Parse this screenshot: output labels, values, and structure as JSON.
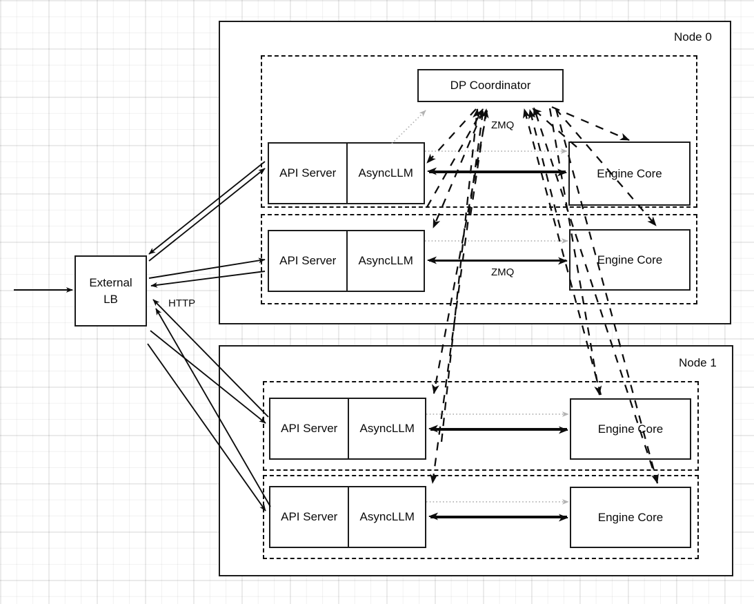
{
  "diagram": {
    "title": "vLLM data-parallel deployment topology",
    "background": "#ffffff",
    "grid_color": "#e8e8e8"
  },
  "external": {
    "lb_label_line1": "External",
    "lb_label_line2": "LB",
    "http_label": "HTTP"
  },
  "nodes": [
    {
      "label": "Node 0",
      "coordinator": {
        "label": "DP Coordinator"
      },
      "zmq_label_top": "ZMQ",
      "zmq_label_bottom": "ZMQ",
      "groups": [
        {
          "api_server": "API Server",
          "async_llm": "AsyncLLM",
          "engine_core": "Engine Core"
        },
        {
          "api_server": "API Server",
          "async_llm": "AsyncLLM",
          "engine_core": "Engine Core"
        }
      ]
    },
    {
      "label": "Node 1",
      "groups": [
        {
          "api_server": "API Server",
          "async_llm": "AsyncLLM",
          "engine_core": "Engine Core"
        },
        {
          "api_server": "API Server",
          "async_llm": "AsyncLLM",
          "engine_core": "Engine Core"
        }
      ]
    }
  ],
  "colors": {
    "stroke": "#0d0d0d",
    "dotted_gray": "#b3b3b3",
    "box_fill": "#ffffff"
  }
}
